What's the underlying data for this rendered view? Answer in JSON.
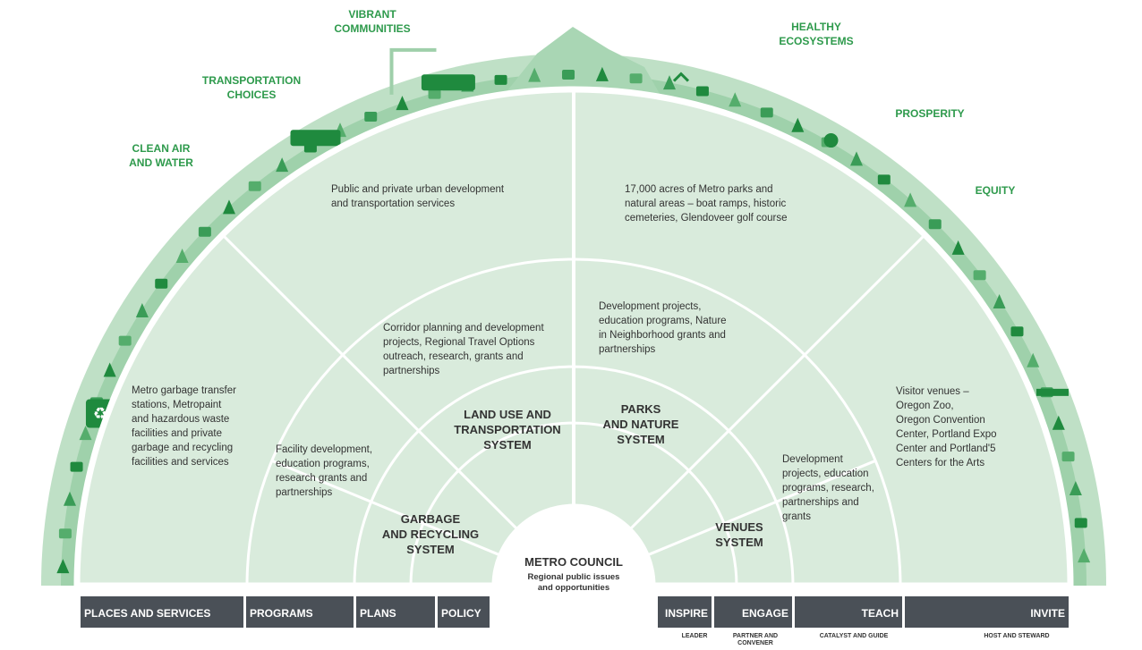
{
  "outcomes": [
    {
      "lines": [
        "VIBRANT",
        "COMMUNITIES"
      ]
    },
    {
      "lines": [
        "HEALTHY",
        "ECOSYSTEMS"
      ]
    },
    {
      "lines": [
        "TRANSPORTATION",
        "CHOICES"
      ]
    },
    {
      "lines": [
        "PROSPERITY"
      ]
    },
    {
      "lines": [
        "CLEAN AIR",
        "AND WATER"
      ]
    },
    {
      "lines": [
        "EQUITY"
      ]
    }
  ],
  "regions": {
    "land_use_outer": [
      "Public and private urban development",
      "and transportation services"
    ],
    "parks_outer": [
      "17,000 acres of Metro parks and",
      "natural areas – boat ramps, historic",
      "cemeteries, Glendoveer golf course"
    ],
    "land_use_inner": [
      "Corridor planning and development",
      "projects, Regional Travel Options",
      "outreach, research, grants and",
      "partnerships"
    ],
    "parks_inner": [
      "Development projects,",
      "education programs, Nature",
      "in Neighborhood grants and",
      "partnerships"
    ],
    "garbage_outer": [
      "Metro garbage transfer",
      "stations, Metropaint",
      "and hazardous waste",
      "facilities and private",
      "garbage and recycling",
      "facilities and services"
    ],
    "garbage_inner": [
      "Facility development,",
      "education programs,",
      "research grants and",
      "partnerships"
    ],
    "venues_outer": [
      "Visitor venues –",
      "Oregon Zoo,",
      "Oregon Convention",
      "Center, Portland Expo",
      "Center and Portland'5",
      "Centers for the Arts"
    ],
    "venues_inner": [
      "Development",
      "projects, education",
      "programs, research,",
      "partnerships and",
      "grants"
    ]
  },
  "systems": {
    "land_use": [
      "LAND USE AND",
      "TRANSPORTATION",
      "SYSTEM"
    ],
    "parks": [
      "PARKS",
      "AND NATURE",
      "SYSTEM"
    ],
    "garbage": [
      "GARBAGE",
      "AND RECYCLING",
      "SYSTEM"
    ],
    "venues": [
      "VENUES",
      "SYSTEM"
    ]
  },
  "council": {
    "title": "METRO COUNCIL",
    "subtitle": [
      "Regional public issues",
      "and opportunities"
    ]
  },
  "left_bar": [
    "PLACES AND SERVICES",
    "PROGRAMS",
    "PLANS",
    "POLICY"
  ],
  "right_bar": [
    "INSPIRE",
    "ENGAGE",
    "TEACH",
    "INVITE"
  ],
  "right_roles": [
    [
      "LEADER"
    ],
    [
      "PARTNER AND",
      "CONVENER"
    ],
    [
      "CATALYST AND GUIDE"
    ],
    [
      "HOST AND STEWARD"
    ]
  ],
  "colors": {
    "sector_fill": "#d9ebdc",
    "outcome_text": "#2e9a4c",
    "bar_fill": "#4a5057",
    "dark_green": "#1f8a3e",
    "mid_green": "#55ad6c",
    "pale_green": "#bfe0c6"
  },
  "icons": [
    "recycle-icon",
    "tree-icon",
    "crane-icon",
    "bus-icon",
    "train-icon",
    "bird-icon",
    "car-icon",
    "building-icon",
    "bridge-icon",
    "mountain-icon"
  ]
}
